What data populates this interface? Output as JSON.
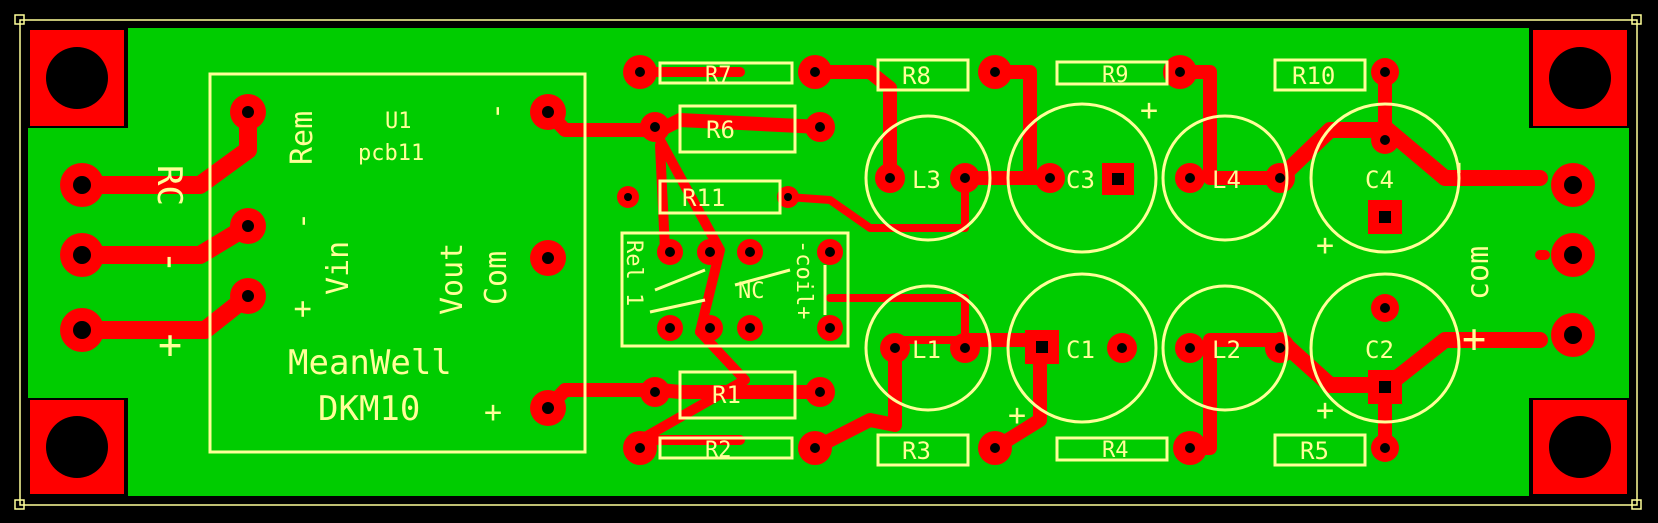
{
  "colors": {
    "background": "#000000",
    "board": "#00cc00",
    "copper": "#ff0000",
    "silkscreen": "#ffff99"
  },
  "labels": {
    "u1_ref": "U1",
    "u1_value": "pcb11",
    "rem": "Rem",
    "vin": "Vin",
    "vin_minus": "-",
    "vin_plus": "+",
    "rc": "RC",
    "in_minus": "-",
    "in_plus": "+",
    "vout": "Vout",
    "com": "Com",
    "vout_minus": "-",
    "vout_plus": "+",
    "brand": "MeanWell",
    "model": "DKM10",
    "rel": "Rel_1",
    "nc": "NC",
    "coil": "-coil+",
    "r1": "R1",
    "r2": "R2",
    "r3": "R3",
    "r4": "R4",
    "r5": "R5",
    "r6": "R6",
    "r7": "R7",
    "r8": "R8",
    "r9": "R9",
    "r10": "R10",
    "r11": "R11",
    "l1": "L1",
    "l2": "L2",
    "l3": "L3",
    "l4": "L4",
    "c1": "C1",
    "c2": "C2",
    "c3": "C3",
    "c4": "C4",
    "c3_plus": "+",
    "c4_plus": "+",
    "c1_plus": "+",
    "c2_plus": "+",
    "out_minus": "-",
    "out_com": "com",
    "out_plus": "+"
  }
}
